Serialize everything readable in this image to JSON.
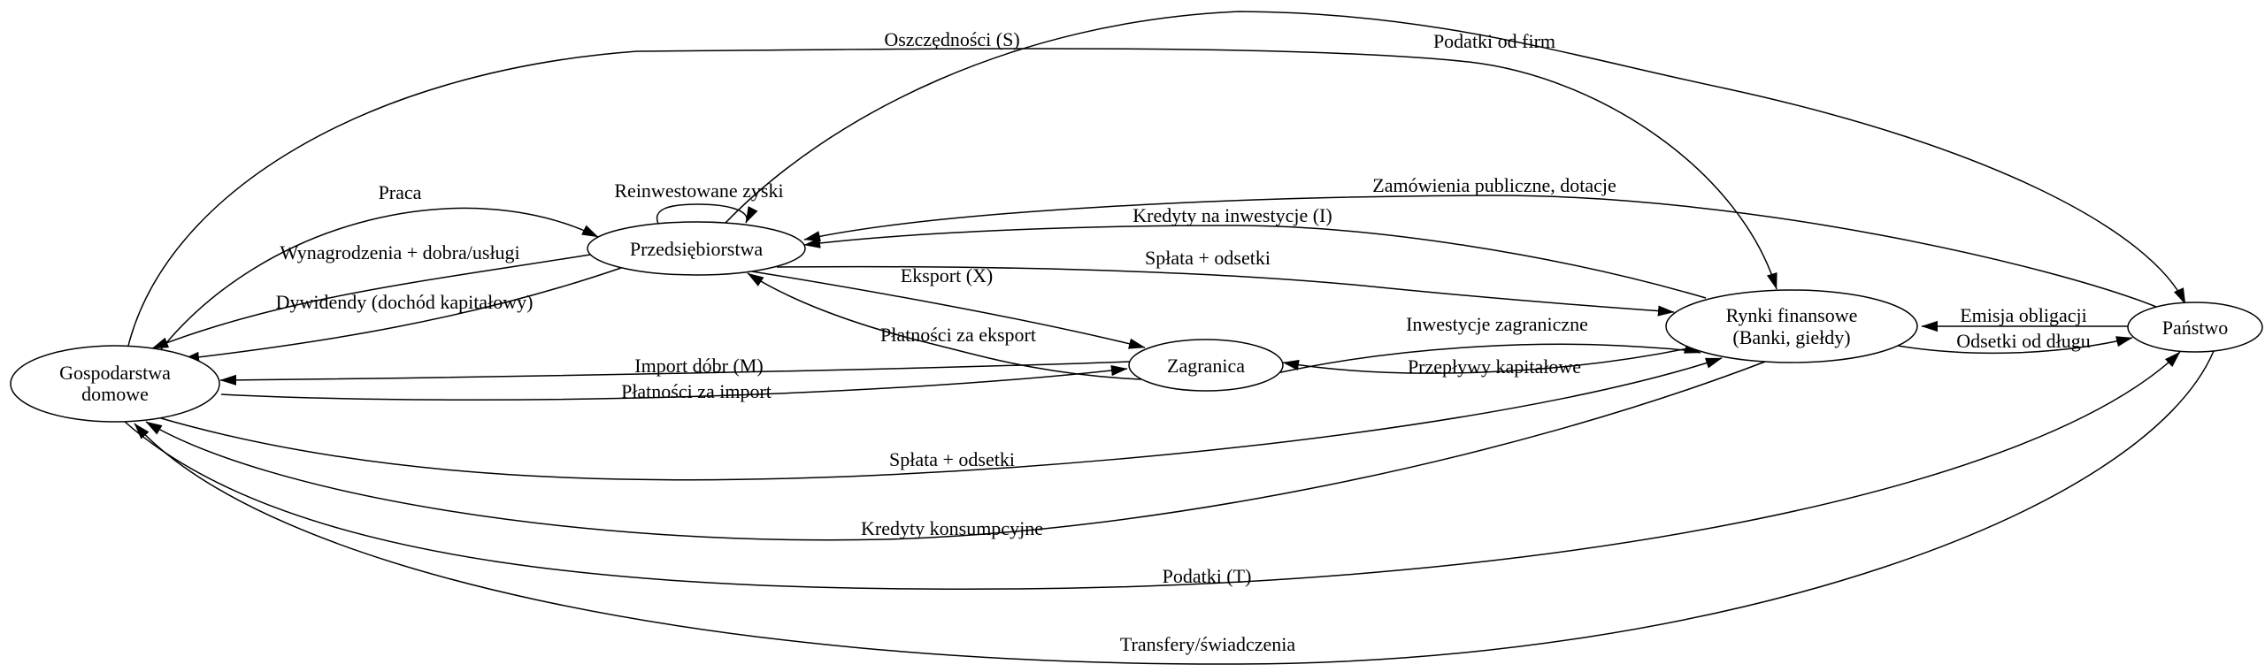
{
  "diagram": {
    "type": "directed-graph-economic-circular-flow",
    "language": "pl",
    "colors": {
      "background": "#ffffff",
      "stroke": "#000000",
      "text": "#000000",
      "node_fill": "#ffffff"
    },
    "nodes": {
      "gospodarstwa": {
        "label_line1": "Gospodarstwa",
        "label_line2": "domowe"
      },
      "przedsiebiorstwa": {
        "label": "Przedsiębiorstwa"
      },
      "zagranica": {
        "label": "Zagranica"
      },
      "rynki": {
        "label_line1": "Rynki finansowe",
        "label_line2": "(Banki, giełdy)"
      },
      "panstwo": {
        "label": "Państwo"
      }
    },
    "edges": {
      "praca": {
        "label": "Praca",
        "from": "Gospodarstwa domowe",
        "to": "Przedsiębiorstwa"
      },
      "wynagrodzenia": {
        "label": "Wynagrodzenia + dobra/usługi",
        "from": "Przedsiębiorstwa",
        "to": "Gospodarstwa domowe"
      },
      "dywidendy": {
        "label": "Dywidendy (dochód kapitałowy)",
        "from": "Przedsiębiorstwa",
        "to": "Gospodarstwa domowe"
      },
      "oszczednosci": {
        "label": "Oszczędności (S)",
        "from": "Gospodarstwa domowe",
        "to": "Rynki finansowe (Banki, giełdy)"
      },
      "reinwestowane": {
        "label": "Reinwestowane zyski",
        "from": "Przedsiębiorstwa",
        "to": "Przedsiębiorstwa"
      },
      "podatki_od_firm": {
        "label": "Podatki od firm",
        "from": "Przedsiębiorstwa",
        "to": "Państwo"
      },
      "zamowienia": {
        "label": "Zamówienia publiczne, dotacje",
        "from": "Państwo",
        "to": "Przedsiębiorstwa"
      },
      "kredyty_inwestycje": {
        "label": "Kredyty na inwestycje (I)",
        "from": "Rynki finansowe (Banki, giełdy)",
        "to": "Przedsiębiorstwa"
      },
      "splata_przedsiebiorstwa": {
        "label": "Spłata + odsetki",
        "from": "Przedsiębiorstwa",
        "to": "Rynki finansowe (Banki, giełdy)"
      },
      "eksport": {
        "label": "Eksport (X)",
        "from": "Przedsiębiorstwa",
        "to": "Zagranica"
      },
      "platnosci_eksport": {
        "label": "Płatności za eksport",
        "from": "Zagranica",
        "to": "Przedsiębiorstwa"
      },
      "inwestycje_zagraniczne": {
        "label": "Inwestycje zagraniczne",
        "from": "Zagranica",
        "to": "Rynki finansowe (Banki, giełdy)"
      },
      "przeplywy_kapitalowe": {
        "label": "Przepływy kapitałowe",
        "from": "Rynki finansowe (Banki, giełdy)",
        "to": "Zagranica"
      },
      "emisja_obligacji": {
        "label": "Emisja obligacji",
        "from": "Państwo",
        "to": "Rynki finansowe (Banki, giełdy)"
      },
      "odsetki_od_dlugu": {
        "label": "Odsetki od długu",
        "from": "Rynki finansowe (Banki, giełdy)",
        "to": "Państwo"
      },
      "import_dobr": {
        "label": "Import dóbr (M)",
        "from": "Zagranica",
        "to": "Gospodarstwa domowe"
      },
      "platnosci_import": {
        "label": "Płatności za import",
        "from": "Gospodarstwa domowe",
        "to": "Zagranica"
      },
      "splata_gospodarstwa": {
        "label": "Spłata + odsetki",
        "from": "Gospodarstwa domowe",
        "to": "Rynki finansowe (Banki, giełdy)"
      },
      "kredyty_konsumpcyjne": {
        "label": "Kredyty konsumpcyjne",
        "from": "Rynki finansowe (Banki, giełdy)",
        "to": "Gospodarstwa domowe"
      },
      "podatki_t": {
        "label": "Podatki (T)",
        "from": "Gospodarstwa domowe",
        "to": "Państwo"
      },
      "transfery": {
        "label": "Transfery/świadczenia",
        "from": "Państwo",
        "to": "Gospodarstwa domowe"
      }
    }
  }
}
